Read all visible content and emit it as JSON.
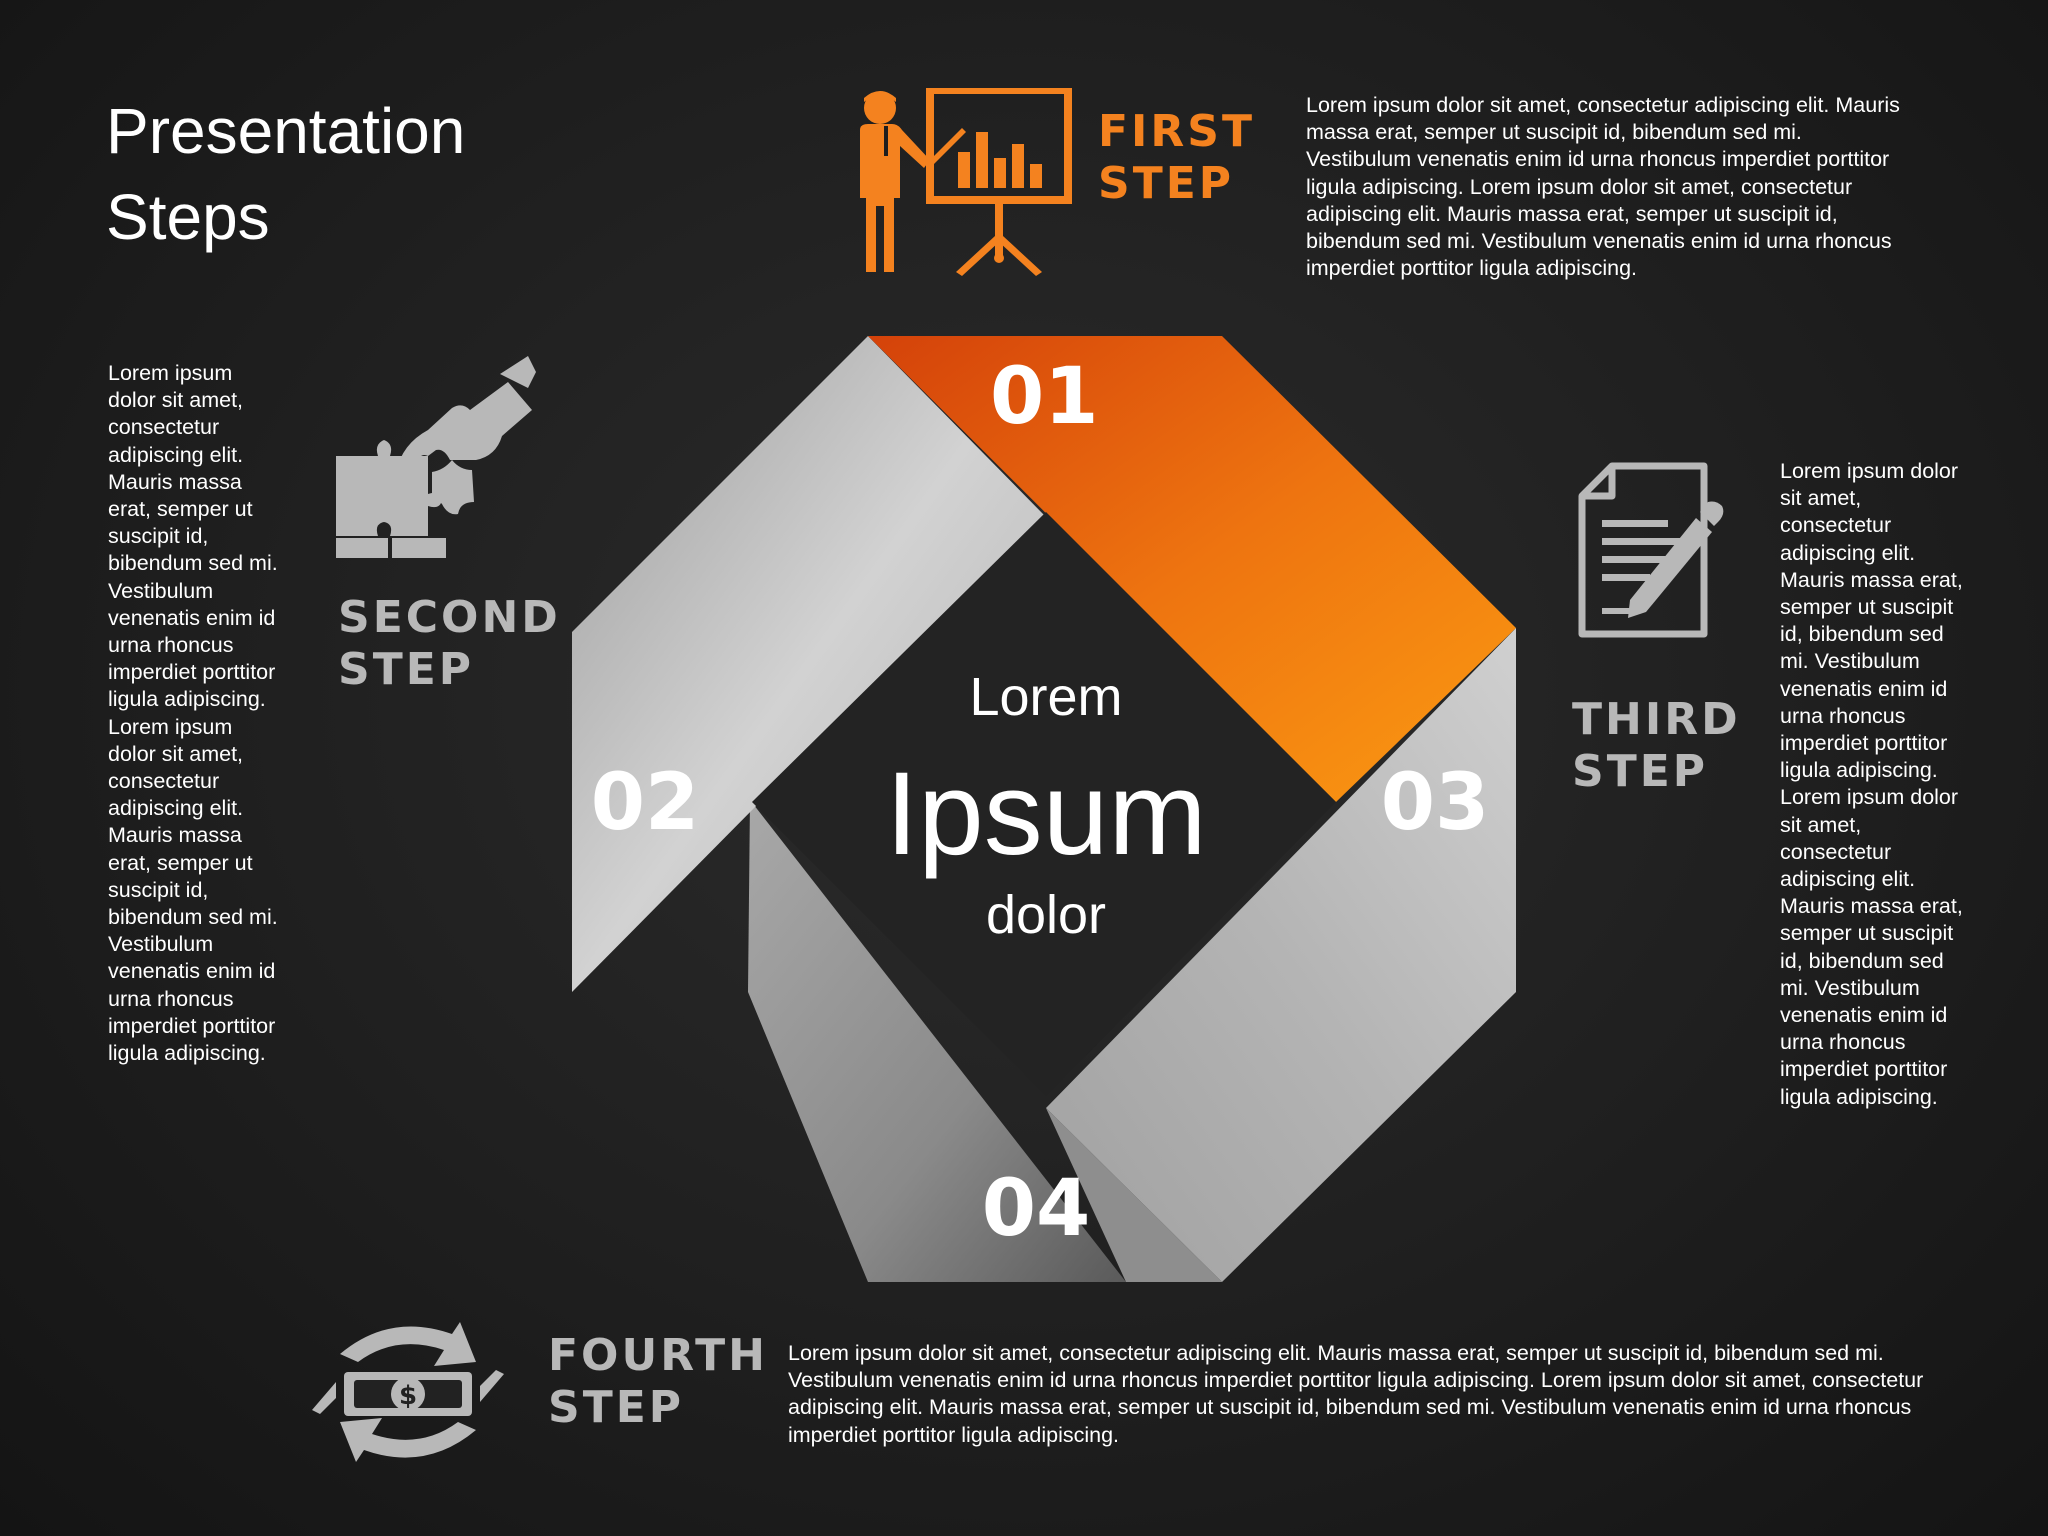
{
  "title": "Presentation\nSteps",
  "colors": {
    "accent": "#F4821F",
    "gray": "#B8B8B8",
    "text": "#FFFFFF"
  },
  "steps": [
    {
      "label": "FIRST\nSTEP",
      "number": "01",
      "icon": "presenter-chart-icon",
      "text": "Lorem ipsum dolor sit amet, consectetur adipiscing elit. Mauris massa erat, semper ut suscipit id, bibendum sed mi. Vestibulum venenatis enim id urna rhoncus imperdiet porttitor ligula adipiscing. Lorem ipsum dolor sit amet, consectetur adipiscing elit. Mauris massa erat, semper ut suscipit id, bibendum sed mi. Vestibulum venenatis enim id urna rhoncus imperdiet porttitor ligula adipiscing."
    },
    {
      "label": "SECOND\nSTEP",
      "number": "02",
      "icon": "puzzle-hand-icon",
      "text": "Lorem ipsum dolor sit amet, consectetur adipiscing elit. Mauris massa erat, semper ut suscipit id, bibendum sed mi. Vestibulum venenatis enim id urna rhoncus imperdiet porttitor ligula adipiscing. Lorem ipsum dolor sit amet, consectetur adipiscing elit. Mauris massa erat, semper ut suscipit id, bibendum sed mi. Vestibulum venenatis enim id urna rhoncus imperdiet porttitor ligula adipiscing."
    },
    {
      "label": "THIRD\nSTEP",
      "number": "03",
      "icon": "document-pen-icon",
      "text": "Lorem ipsum dolor sit amet, consectetur adipiscing elit. Mauris massa erat, semper ut suscipit id, bibendum sed mi. Vestibulum venenatis enim id urna rhoncus imperdiet porttitor ligula adipiscing. Lorem ipsum dolor sit amet, consectetur adipiscing elit. Mauris massa erat, semper ut suscipit id, bibendum sed mi. Vestibulum venenatis enim id urna rhoncus imperdiet porttitor ligula adipiscing."
    },
    {
      "label": "FOURTH\nSTEP",
      "number": "04",
      "icon": "money-exchange-icon",
      "text": "Lorem ipsum dolor sit amet, consectetur adipiscing elit. Mauris massa erat, semper ut suscipit id, bibendum sed mi. Vestibulum venenatis enim id urna rhoncus imperdiet porttitor ligula adipiscing. Lorem ipsum dolor sit amet, consectetur adipiscing elit. Mauris massa erat, semper ut suscipit id, bibendum sed mi. Vestibulum venenatis enim id urna rhoncus imperdiet porttitor ligula adipiscing."
    }
  ],
  "center": {
    "line1": "Lorem",
    "line2": "Ipsum",
    "line3": "dolor"
  }
}
